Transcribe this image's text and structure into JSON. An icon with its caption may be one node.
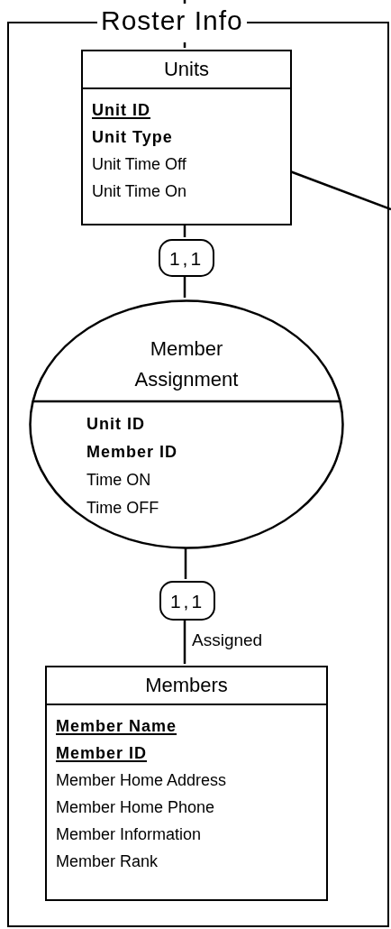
{
  "diagram": {
    "nodes": [
      {
        "text": [
          "Roster Info"
        ]
      },
      {
        "text": [
          "Units",
          "Unit ID",
          "Unit Type",
          "Unit Time Off",
          "Unit Time On"
        ],
        "in": 0
      },
      {
        "text": [
          "1,1"
        ],
        "in": 0
      },
      {
        "text": [
          "Member Assignment",
          "Unit ID",
          "Member ID",
          "Time ON",
          "Time OFF"
        ],
        "in": 0
      },
      {
        "text": [
          "1,1"
        ],
        "in": 0
      },
      {
        "text": [
          "Members",
          "Member Name",
          "Member ID",
          "Member Home Address",
          "Member Home Phone",
          "Member Information",
          "Member Rank"
        ],
        "in": 0
      }
    ],
    "edges": [
      {
        "from": null,
        "to": 1,
        "arrow": "none"
      },
      {
        "from": 1,
        "to": null,
        "arrow": "none"
      },
      {
        "from": 1,
        "to": 2,
        "arrow": "none"
      },
      {
        "from": 2,
        "to": 3,
        "arrow": "none"
      },
      {
        "from": 3,
        "to": 4,
        "arrow": "none"
      },
      {
        "from": 4,
        "to": 5,
        "arrow": "none",
        "label": "Assigned"
      }
    ]
  }
}
